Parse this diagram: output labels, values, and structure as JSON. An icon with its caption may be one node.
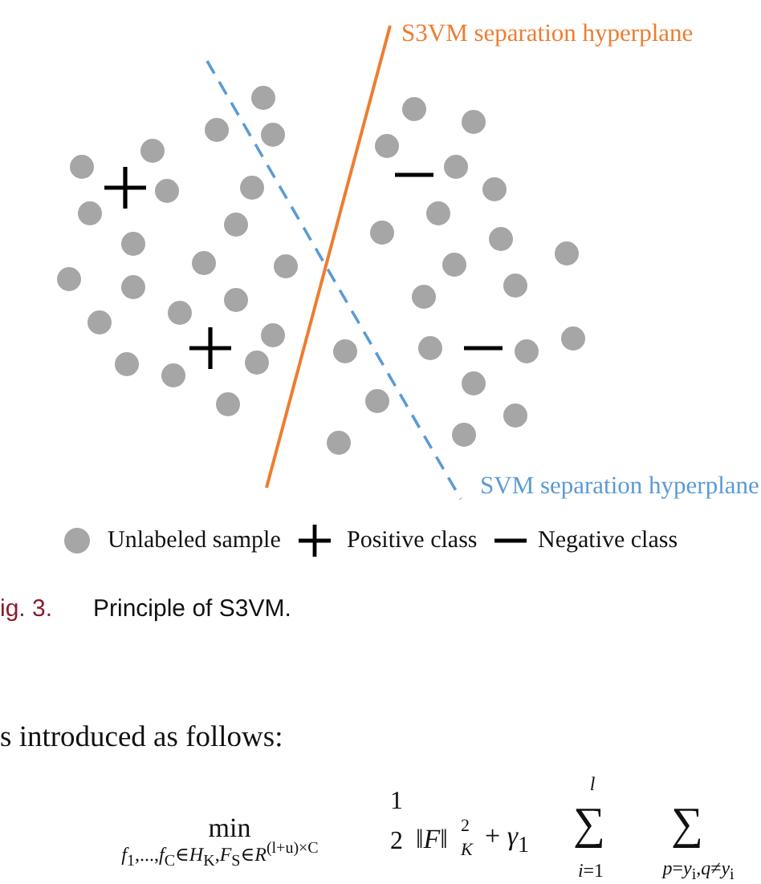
{
  "diagram": {
    "labels": [
      "S3VM separation hyperplane",
      "SVM separation hyperplane",
      "ig. 3.",
      "Principle of S3VM.",
      "s introduced as follows:",
      "min",
      "*f*$_{1}$,...,*f*$_{C}$∈*H*$_{K}$,*F*$_{S}$∈*R*$^{(l+u)×C}$",
      "1",
      "2",
      "‖*F*‖",
      "2",
      "K",
      "+ *γ*$_{1}$",
      "l",
      "∑",
      "*i*=1",
      "∑",
      "*p*=*y*$_{i}$,*q*≠*y*$_{i}$"
    ],
    "legend": [
      {
        "text": "Unlabeled sample"
      },
      {
        "text": "Positive class"
      },
      {
        "text": "Negative class"
      }
    ]
  }
}
